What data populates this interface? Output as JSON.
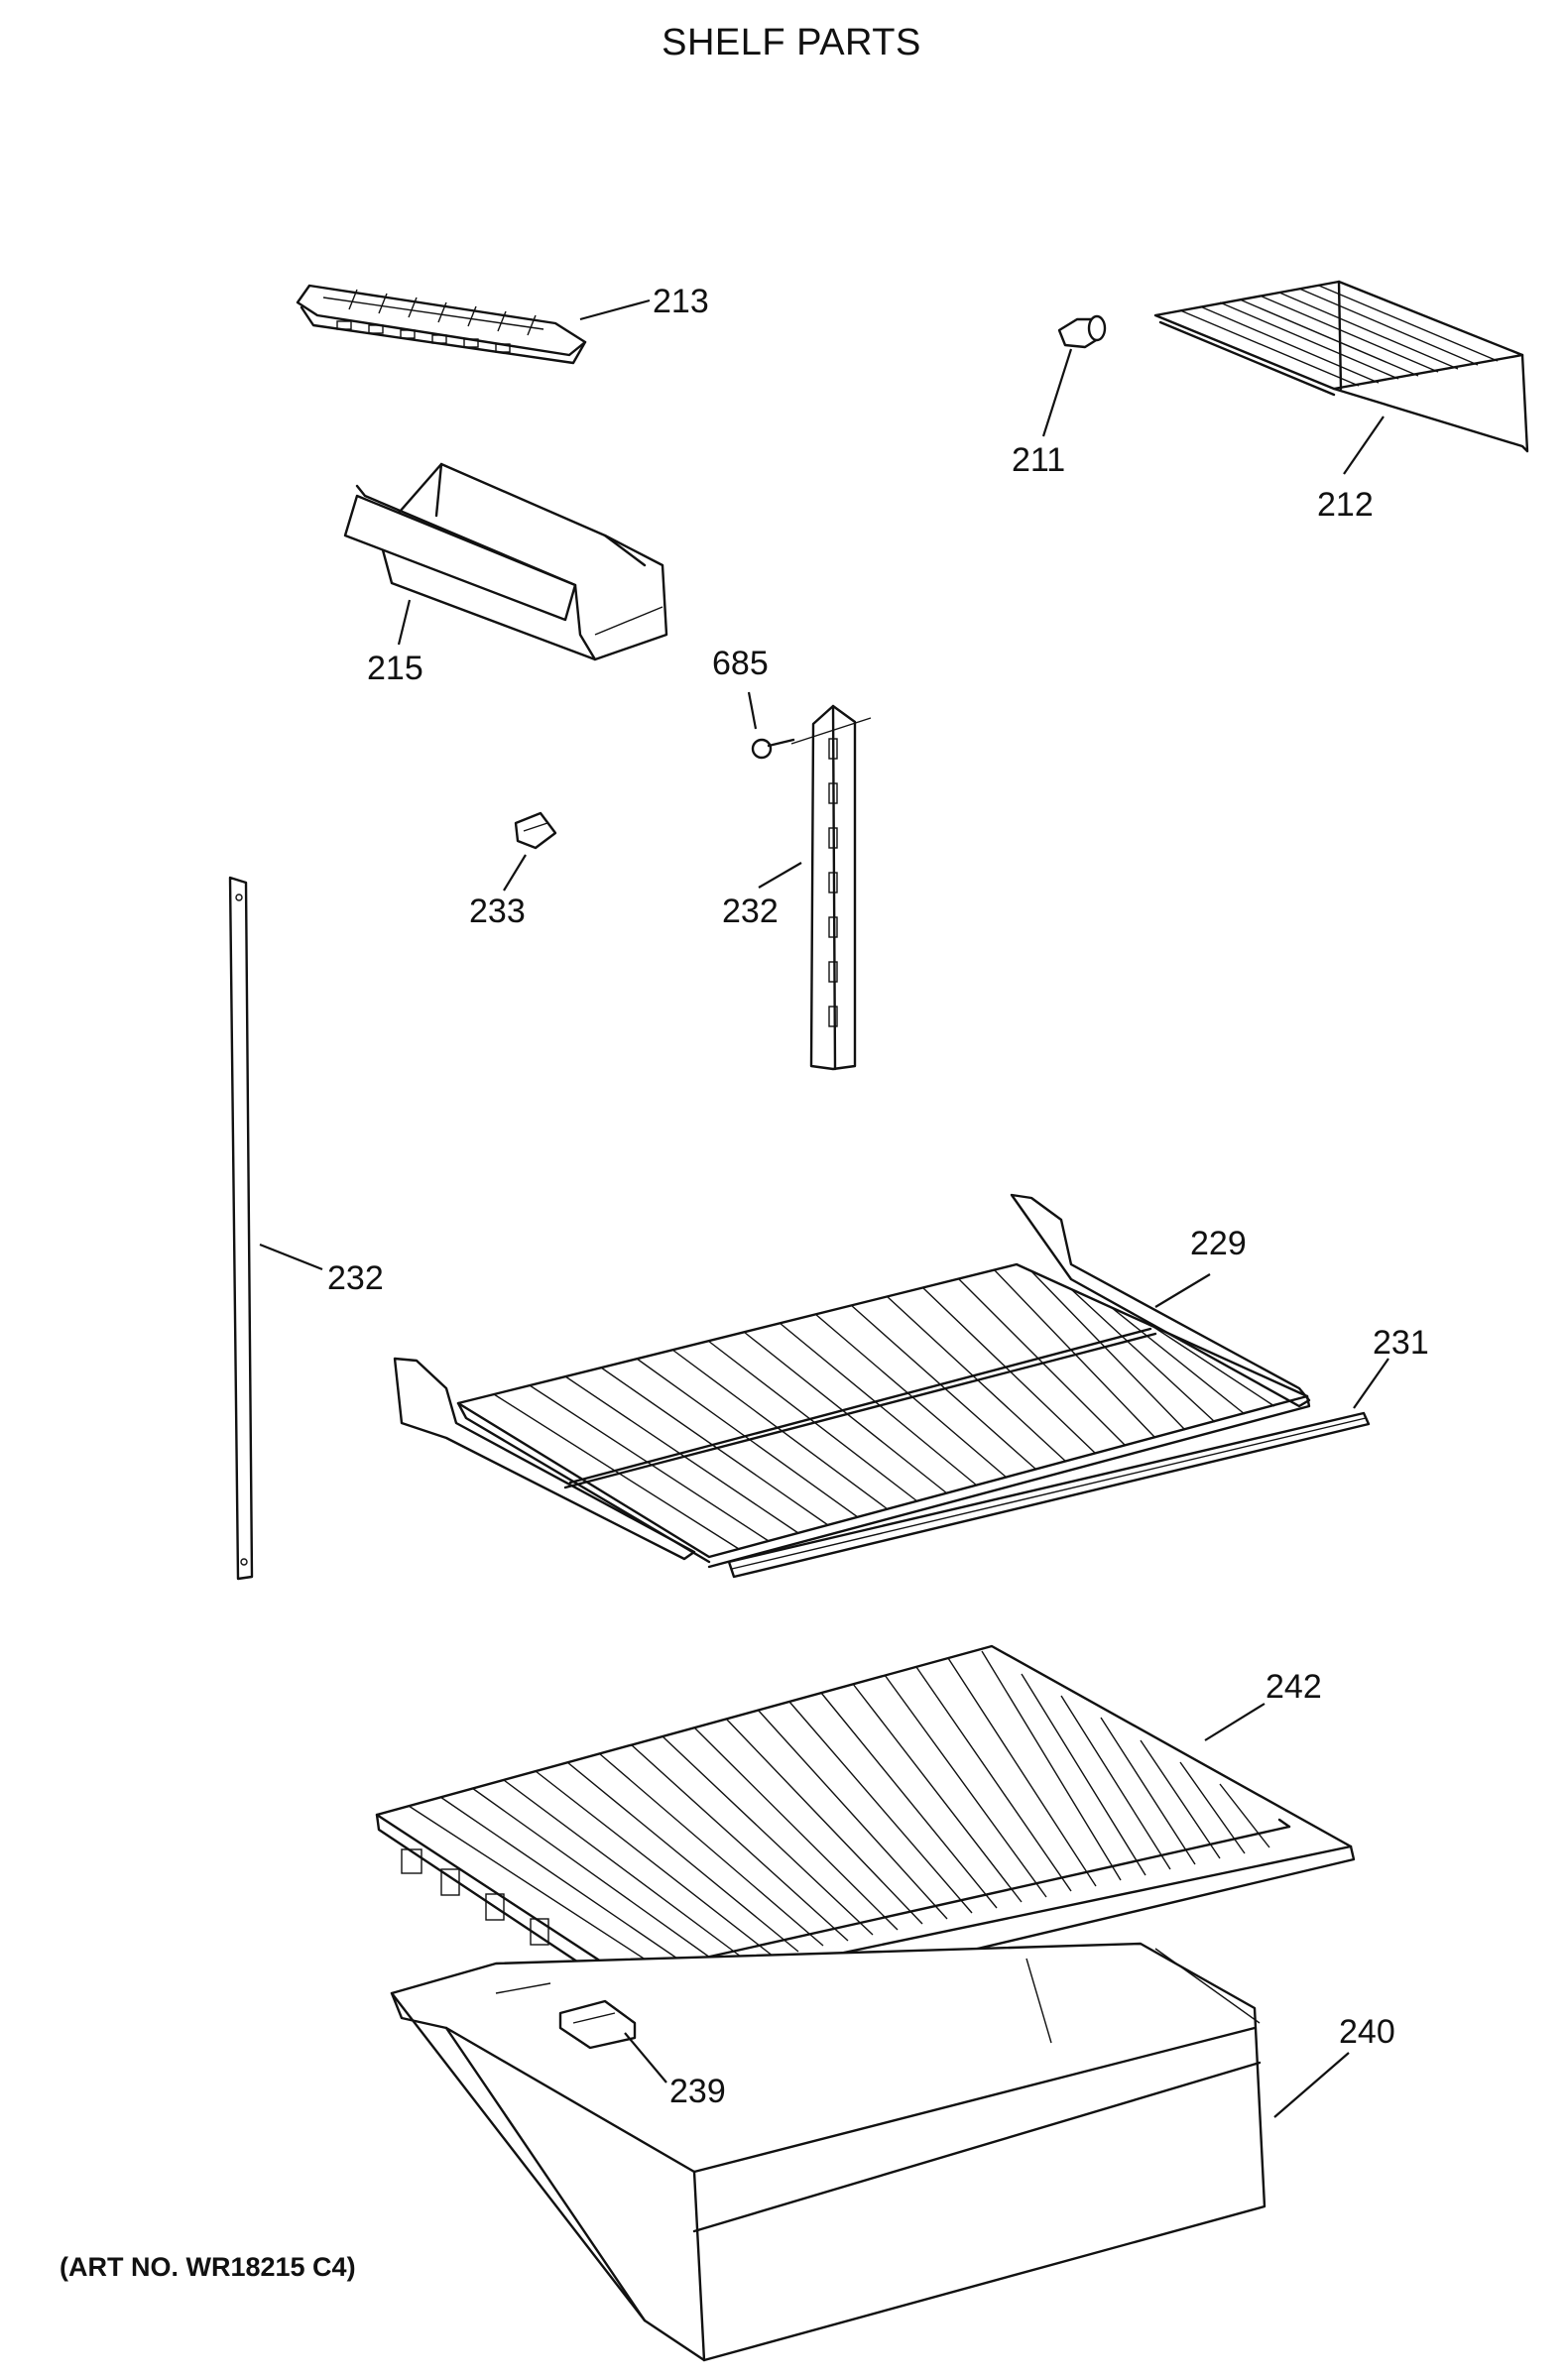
{
  "title": "SHELF PARTS",
  "art_number": "(ART NO. WR18215 C4)",
  "parts": [
    {
      "id": "ice-tray",
      "label": "213"
    },
    {
      "id": "shelf-pin",
      "label": "211"
    },
    {
      "id": "small-wire-shelf",
      "label": "212"
    },
    {
      "id": "bin",
      "label": "215"
    },
    {
      "id": "screw",
      "label": "685"
    },
    {
      "id": "clip",
      "label": "233"
    },
    {
      "id": "right-rail",
      "label": "232"
    },
    {
      "id": "left-rail",
      "label": "232"
    },
    {
      "id": "wire-shelf",
      "label": "229"
    },
    {
      "id": "trim-strip",
      "label": "231"
    },
    {
      "id": "glass-cover",
      "label": "242"
    },
    {
      "id": "crisper-pan",
      "label": "240"
    },
    {
      "id": "pan-support",
      "label": "239"
    }
  ]
}
